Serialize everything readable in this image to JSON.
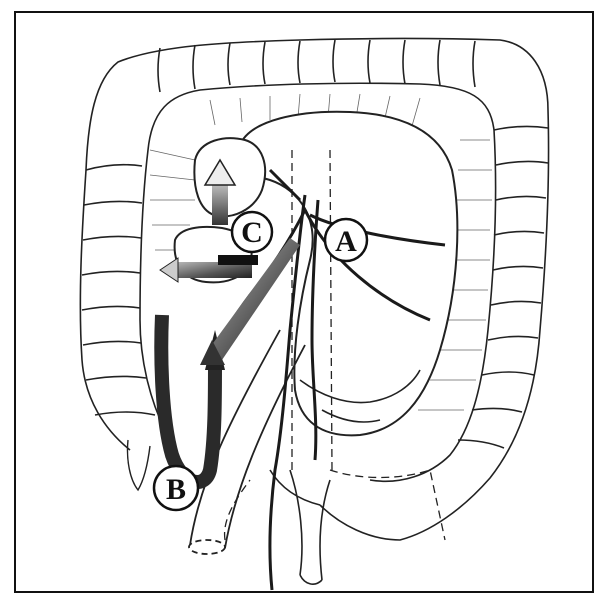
{
  "figure": {
    "labels": [
      {
        "id": "A",
        "text": "A"
      },
      {
        "id": "B",
        "text": "B"
      },
      {
        "id": "C",
        "text": "C"
      }
    ]
  }
}
